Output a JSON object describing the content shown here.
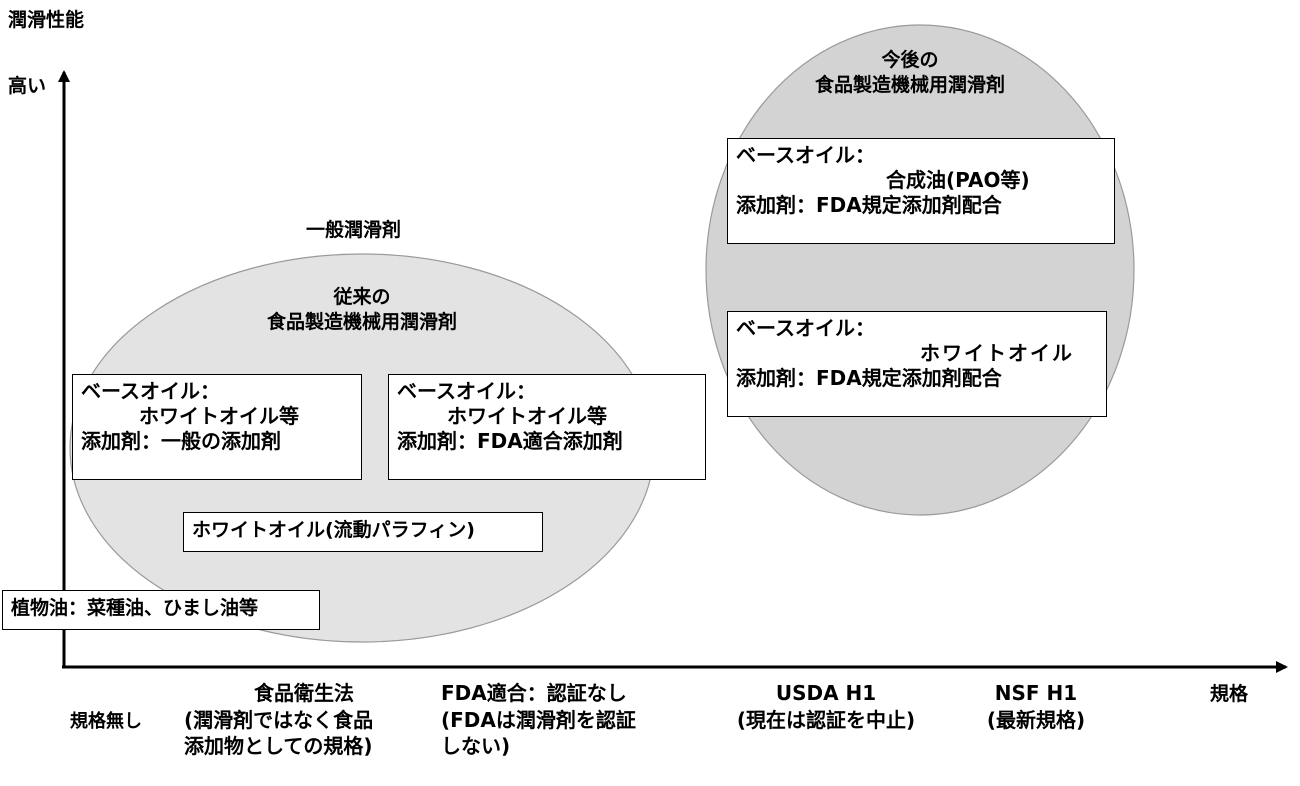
{
  "colors": {
    "ellipse_fill": "#e3e3e3",
    "ellipse_dark_fill": "#d3d3d3",
    "ellipse_stroke": "#9a9a9a",
    "axis": "#000000"
  },
  "y_axis": {
    "label": "潤滑性能",
    "high_label": "高い"
  },
  "x_axis": {
    "label": "規格",
    "categories": [
      {
        "lines": [
          "規格無し"
        ]
      },
      {
        "lines": [
          "食品衛生法",
          "(潤滑剤ではなく食品",
          "添加物としての規格)"
        ]
      },
      {
        "lines": [
          "FDA適合：認証なし",
          "(FDAは潤滑剤を認証",
          "しない)"
        ]
      },
      {
        "lines": [
          "USDA H1",
          "(現在は認証を中止)"
        ]
      },
      {
        "lines": [
          "NSF H1",
          "(最新規格)"
        ]
      }
    ]
  },
  "region_general": "一般潤滑剤",
  "region_conventional": {
    "line1": "従来の",
    "line2": "食品製造機械用潤滑剤"
  },
  "region_future": {
    "line1": "今後の",
    "line2": "食品製造機械用潤滑剤"
  },
  "boxes": {
    "conv_general": {
      "line1": "ベースオイル：",
      "line2": "ホワイトオイル等",
      "line3": "添加剤：一般の添加剤"
    },
    "conv_fda": {
      "line1": "ベースオイル：",
      "line2": "ホワイトオイル等",
      "line3": "添加剤：FDA適合添加剤"
    },
    "white_oil": {
      "line1": "ホワイトオイル(流動パラフィン)"
    },
    "vegetable_oil": {
      "line1": "植物油：菜種油、ひまし油等"
    },
    "future_synthetic": {
      "line1": "ベースオイル：",
      "line2": "合成油(PAO等)",
      "line3": "添加剤：FDA規定添加剤配合"
    },
    "future_white": {
      "line1": "ベースオイル：",
      "line2": "ホワイトオイル",
      "line3": "添加剤：FDA規定添加剤配合"
    }
  }
}
